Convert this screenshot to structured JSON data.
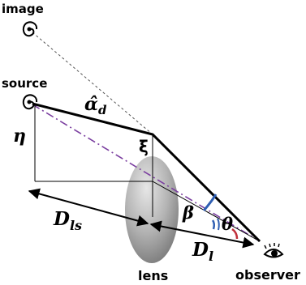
{
  "diagram": {
    "labels": {
      "image": "image",
      "source": "source",
      "lens": "lens",
      "observer": "observer",
      "eta": "η",
      "xi": "ξ",
      "alpha_d": "α̂",
      "alpha_d_sub": "d",
      "beta": "β",
      "theta": "θ",
      "D_ls": "D",
      "D_ls_sub": "ls",
      "D_l": "D",
      "D_l_sub": "l"
    },
    "icons": {
      "image": "galaxy-icon",
      "source": "galaxy-icon",
      "observer": "eye-icon"
    },
    "colors": {
      "lens_fill_light": "#d9d9d9",
      "lens_fill_dark": "#7a7a7a",
      "dashdot_line": "#7b3fa0",
      "beta_arc": "#2f5fb3",
      "theta_arc_red": "#c0303a"
    }
  }
}
